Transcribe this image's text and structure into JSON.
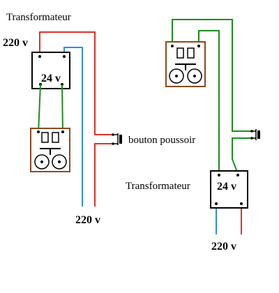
{
  "labels": {
    "transformer_left": "Transformateur",
    "voltage_left_top": "220 v",
    "voltage_left_box": "24 v",
    "push_button": "bouton poussoir",
    "voltage_left_bottom": "220 v",
    "transformer_right": "Transformateur",
    "voltage_right_box": "24 v",
    "voltage_right_bottom": "220 v"
  },
  "colors": {
    "phase_wire": "#e0302a",
    "neutral_wire": "#2d8fd8",
    "low_voltage_wire": "#1f8c1f",
    "outline": "#000000",
    "chime_box": "#8b4a1e"
  },
  "icons": {
    "chime": "door-chime-icon",
    "button": "push-button-icon"
  }
}
